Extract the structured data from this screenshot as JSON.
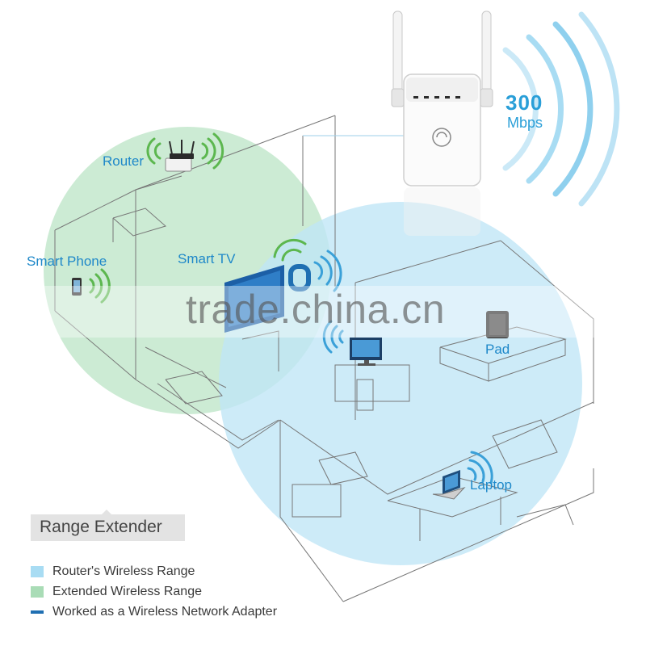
{
  "devices": {
    "router": "Router",
    "smart_phone": "Smart Phone",
    "smart_tv": "Smart TV",
    "pad": "Pad",
    "laptop": "Laptop"
  },
  "speed": {
    "value": "300",
    "unit": "Mbps"
  },
  "watermark": "trade.china.cn",
  "product_label": "Range Extender",
  "legend": [
    {
      "label": "Router's Wireless Range",
      "color": "#a8dcf3"
    },
    {
      "label": "Extended Wireless Range",
      "color": "#a9dcb6"
    },
    {
      "label": "Worked as a Wireless Network Adapter",
      "color": "#1f6fb2"
    }
  ],
  "colors": {
    "router_range": "#bfe6f6",
    "extended_range": "#c3e8cc",
    "accent": "#2a9fd8",
    "adapter_line": "#1f6fb2"
  }
}
